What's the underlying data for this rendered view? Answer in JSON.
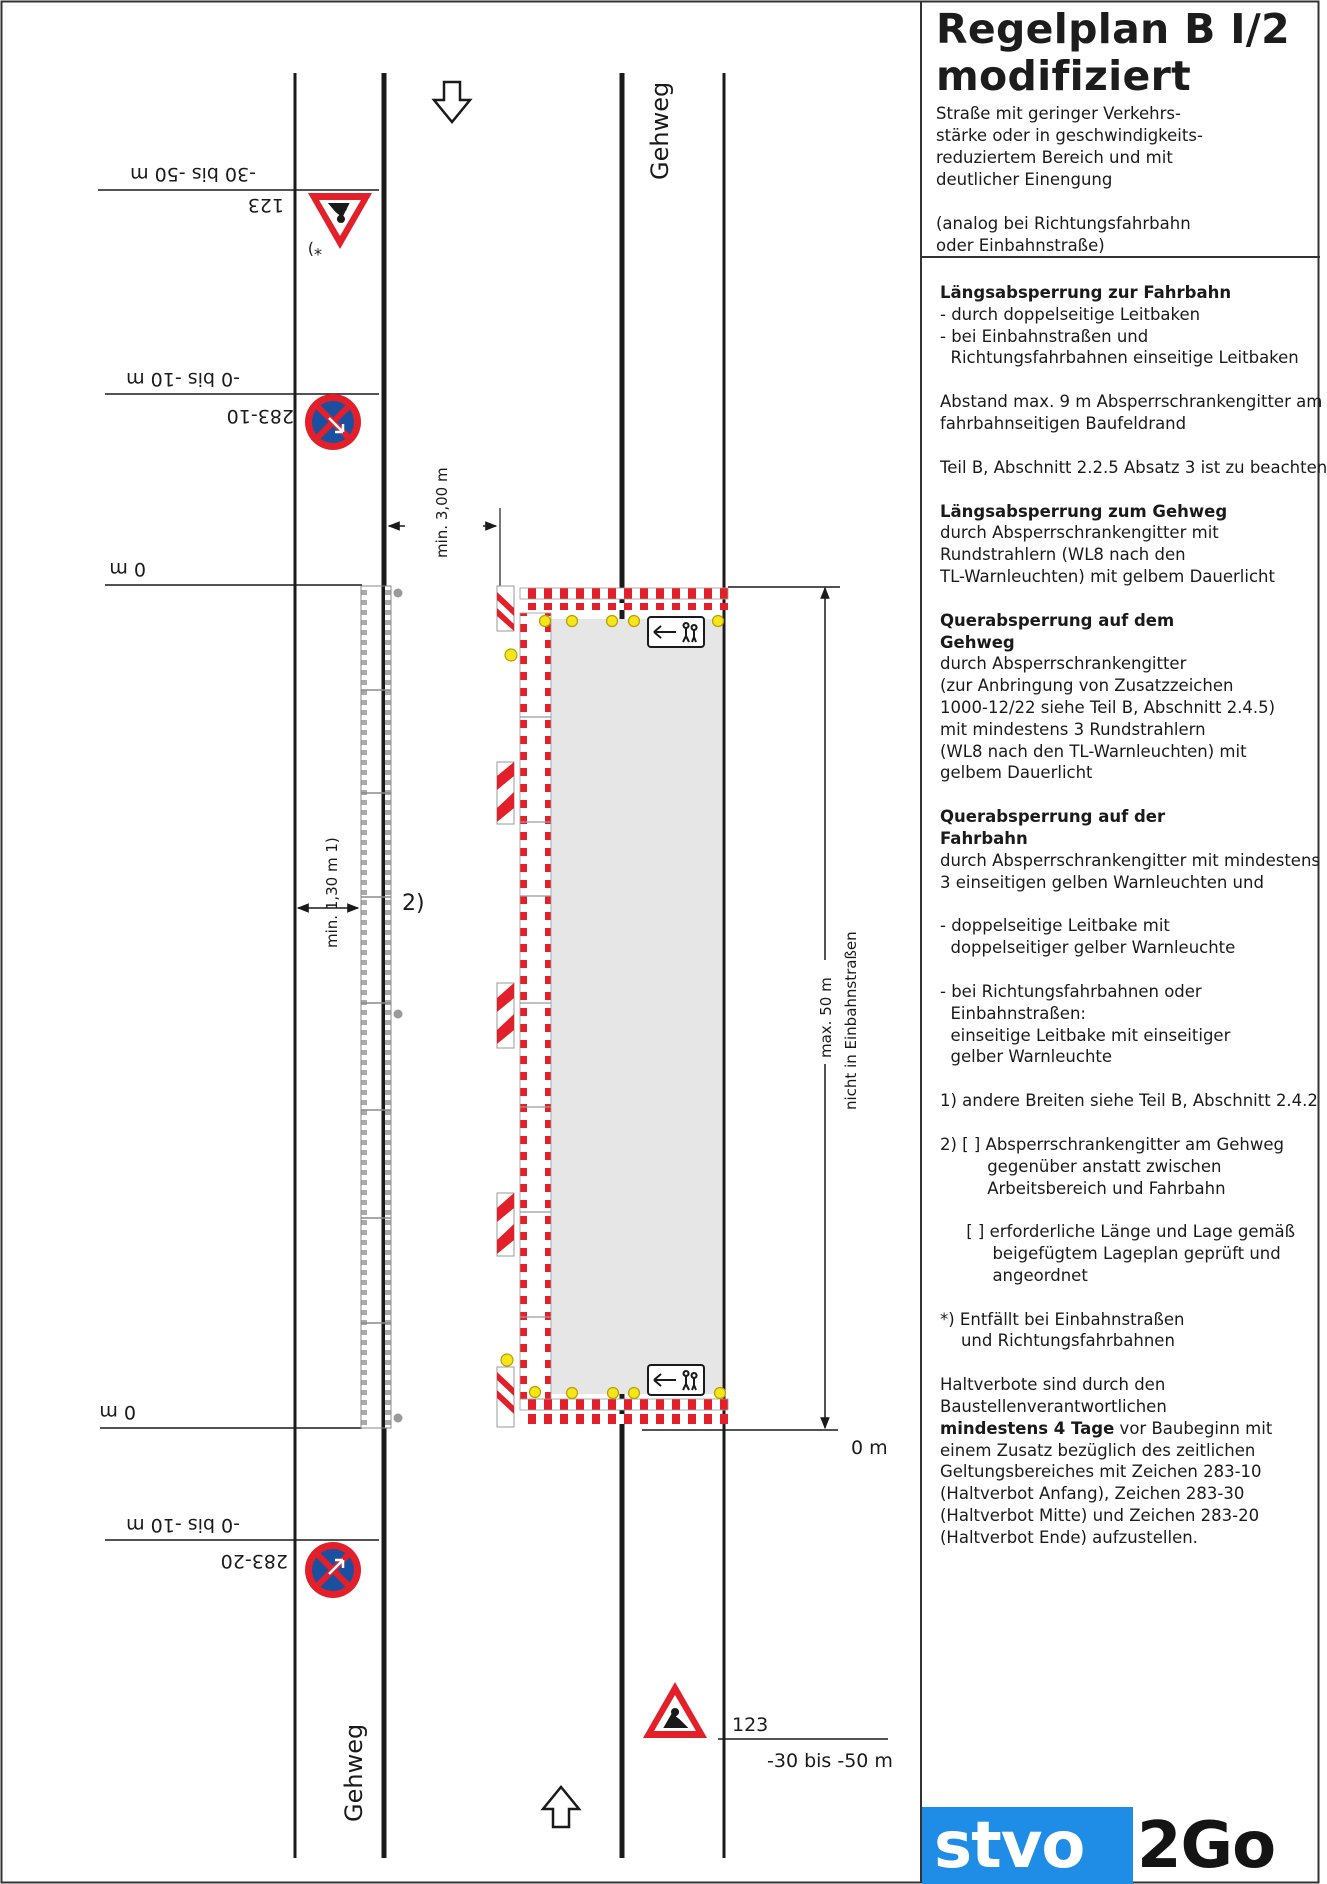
{
  "title": {
    "line1": "Regelplan B I/2",
    "line2": "modifiziert"
  },
  "subtitle": [
    "Straße mit geringer Verkehrs-",
    "stärke oder in geschwindigkeits-",
    "reduziertem Bereich und mit",
    "deutlicher Einengung"
  ],
  "subtitle_note": [
    "(analog bei Richtungsfahrbahn",
    "oder Einbahnstraße)"
  ],
  "notes": {
    "laengs_fahrbahn": {
      "heading": "Längsabsperrung zur Fahrbahn",
      "lines": [
        "- durch doppelseitige Leitbaken",
        "- bei Einbahnstraßen und",
        "  Richtungsfahrbahnen einseitige Leitbaken"
      ]
    },
    "abstand": [
      "Abstand max. 9 m Absperrschrankengitter am",
      "fahrbahnseitigen Baufeldrand"
    ],
    "teil_b": "Teil B, Abschnitt 2.2.5 Absatz 3 ist zu beachten",
    "laengs_gehweg": {
      "heading": "Längsabsperrung zum Gehweg",
      "lines": [
        "durch Absperrschrankengitter mit",
        "Rundstrahlern (WL8 nach den",
        "TL-Warnleuchten) mit gelbem Dauerlicht"
      ]
    },
    "quer_gehweg": {
      "heading": [
        "Querabsperrung auf dem",
        "Gehweg"
      ],
      "lines": [
        "durch Absperrschrankengitter",
        "(zur Anbringung von Zusatzzeichen",
        "1000-12/22 siehe Teil B, Abschnitt 2.4.5)",
        "mit mindestens 3 Rundstrahlern",
        "(WL8 nach den TL-Warnleuchten) mit",
        "gelbem Dauerlicht"
      ]
    },
    "quer_fahrbahn": {
      "heading": [
        "Querabsperrung auf der",
        "Fahrbahn"
      ],
      "lines": [
        "durch Absperrschrankengitter mit mindestens",
        "3 einseitigen gelben Warnleuchten und"
      ]
    },
    "leitbake": [
      "- doppelseitige Leitbake mit",
      "  doppelseitiger gelber Warnleuchte"
    ],
    "richtung": [
      "- bei Richtungsfahrbahnen oder",
      "  Einbahnstraßen:",
      "  einseitige Leitbake mit einseitiger",
      "  gelber Warnleuchte"
    ],
    "fn1": "1) andere Breiten siehe Teil B, Abschnitt 2.4.2",
    "fn2": [
      "2) [ ] Absperrschrankengitter am Gehweg",
      "         gegenüber anstatt zwischen",
      "         Arbeitsbereich und Fahrbahn"
    ],
    "fn2b": [
      "     [ ] erforderliche Länge und Lage gemäß",
      "          beigefügtem Lageplan geprüft und",
      "          angeordnet"
    ],
    "fn_star": [
      "*) Entfällt bei Einbahnstraßen",
      "    und Richtungsfahrbahnen"
    ],
    "halt": {
      "pre": [
        "Haltverbote sind durch den",
        "Baustellenverantwortlichen"
      ],
      "bold": "mindestens 4 Tage",
      "post_first": " vor Baubeginn mit",
      "post": [
        "einem Zusatz bezüglich des zeitlichen",
        "Geltungsbereiches mit Zeichen 283-10",
        "(Haltverbot Anfang), Zeichen 283-30",
        "(Haltverbot Mitte) und Zeichen 283-20",
        "(Haltverbot Ende) aufzustellen."
      ]
    }
  },
  "logo": {
    "part1": "stvo",
    "part2": "2Go"
  },
  "plan": {
    "gehweg_label": "Gehweg",
    "label_0m": "0 m",
    "sign_123": "123",
    "dist_30_50": "-30 bis -50 m",
    "dist_0_10": "-0 bis -10 m",
    "sign_283_10": "283-10",
    "sign_283_20": "283-20",
    "min_300": "min. 3,00 m",
    "min_130": "min. 1,30 m 1)",
    "note_2": "2)",
    "footnote_star": "*)",
    "max_50": "max. 50 m",
    "nicht_einbahn": "nicht in Einbahnstraßen"
  },
  "colors": {
    "red": "#e3202a",
    "blue_sign": "#1b4fa0",
    "lamp": "#f5e51a",
    "work_area": "#e6e6e6",
    "logo_blue": "#1f8de6"
  }
}
